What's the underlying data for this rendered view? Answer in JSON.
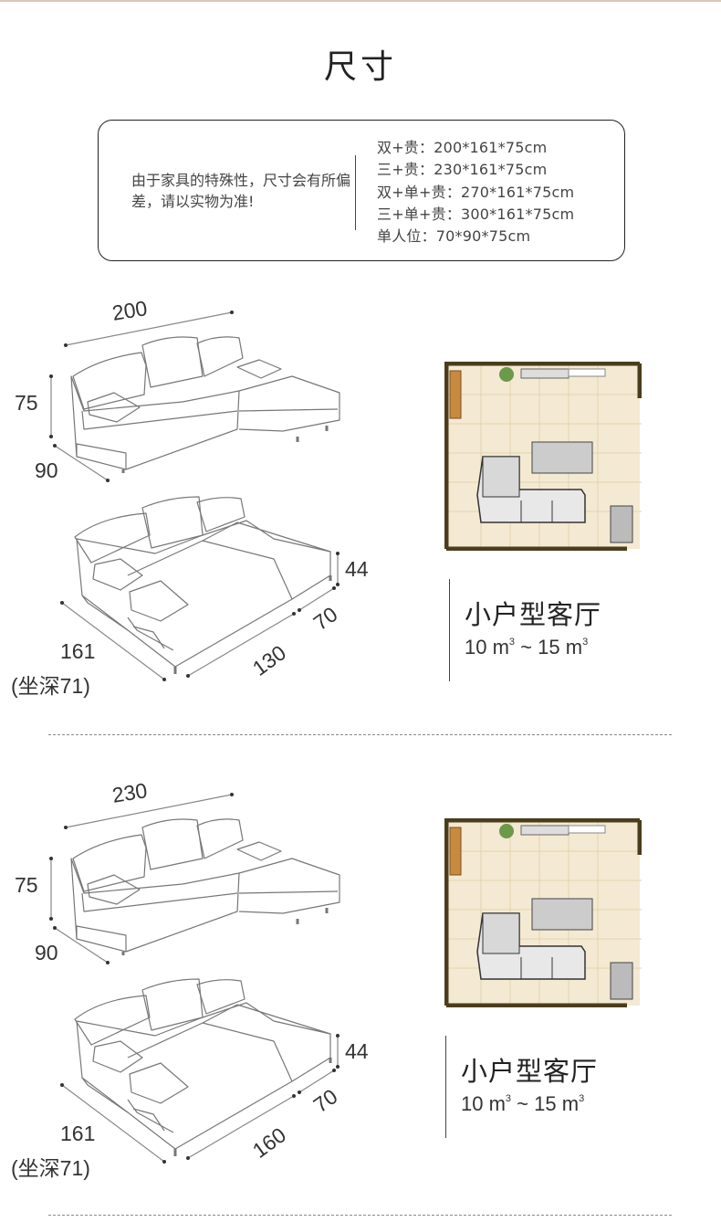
{
  "title": "尺寸",
  "note": {
    "disclaimer": "由于家具的特殊性，尺寸会有所偏差，请以实物为准!",
    "sizes": [
      "双+贵：200*161*75cm",
      "三+贵：230*161*75cm",
      "双+单+贵：270*161*75cm",
      "三+单+贵：300*161*75cm",
      "单人位：70*90*75cm"
    ]
  },
  "sections": [
    {
      "width": "200",
      "height": "75",
      "depth": "90",
      "bed_height": "44",
      "chaise": "70",
      "bed_length": "130",
      "bed_depth": "161",
      "seat_depth": "(坐深71)",
      "room_title": "小户型客厅",
      "area_from": "10 m",
      "area_to": "15 m",
      "area_sep": "~",
      "area_unit_power": "3"
    },
    {
      "width": "230",
      "height": "75",
      "depth": "90",
      "bed_height": "44",
      "chaise": "70",
      "bed_length": "160",
      "bed_depth": "161",
      "seat_depth": "(坐深71)",
      "room_title": "小户型客厅",
      "area_from": "10 m",
      "area_to": "15 m",
      "area_sep": "~",
      "area_unit_power": "3"
    }
  ],
  "colors": {
    "wall": "#4a3d1c",
    "tile": "#f4e9d2",
    "grid": "#e3d2b0",
    "accent_line": "#d9c9b8"
  },
  "icons": {
    "plant": "plant-icon",
    "sofa": "sofa-illustration",
    "bed": "sofa-bed-illustration"
  }
}
